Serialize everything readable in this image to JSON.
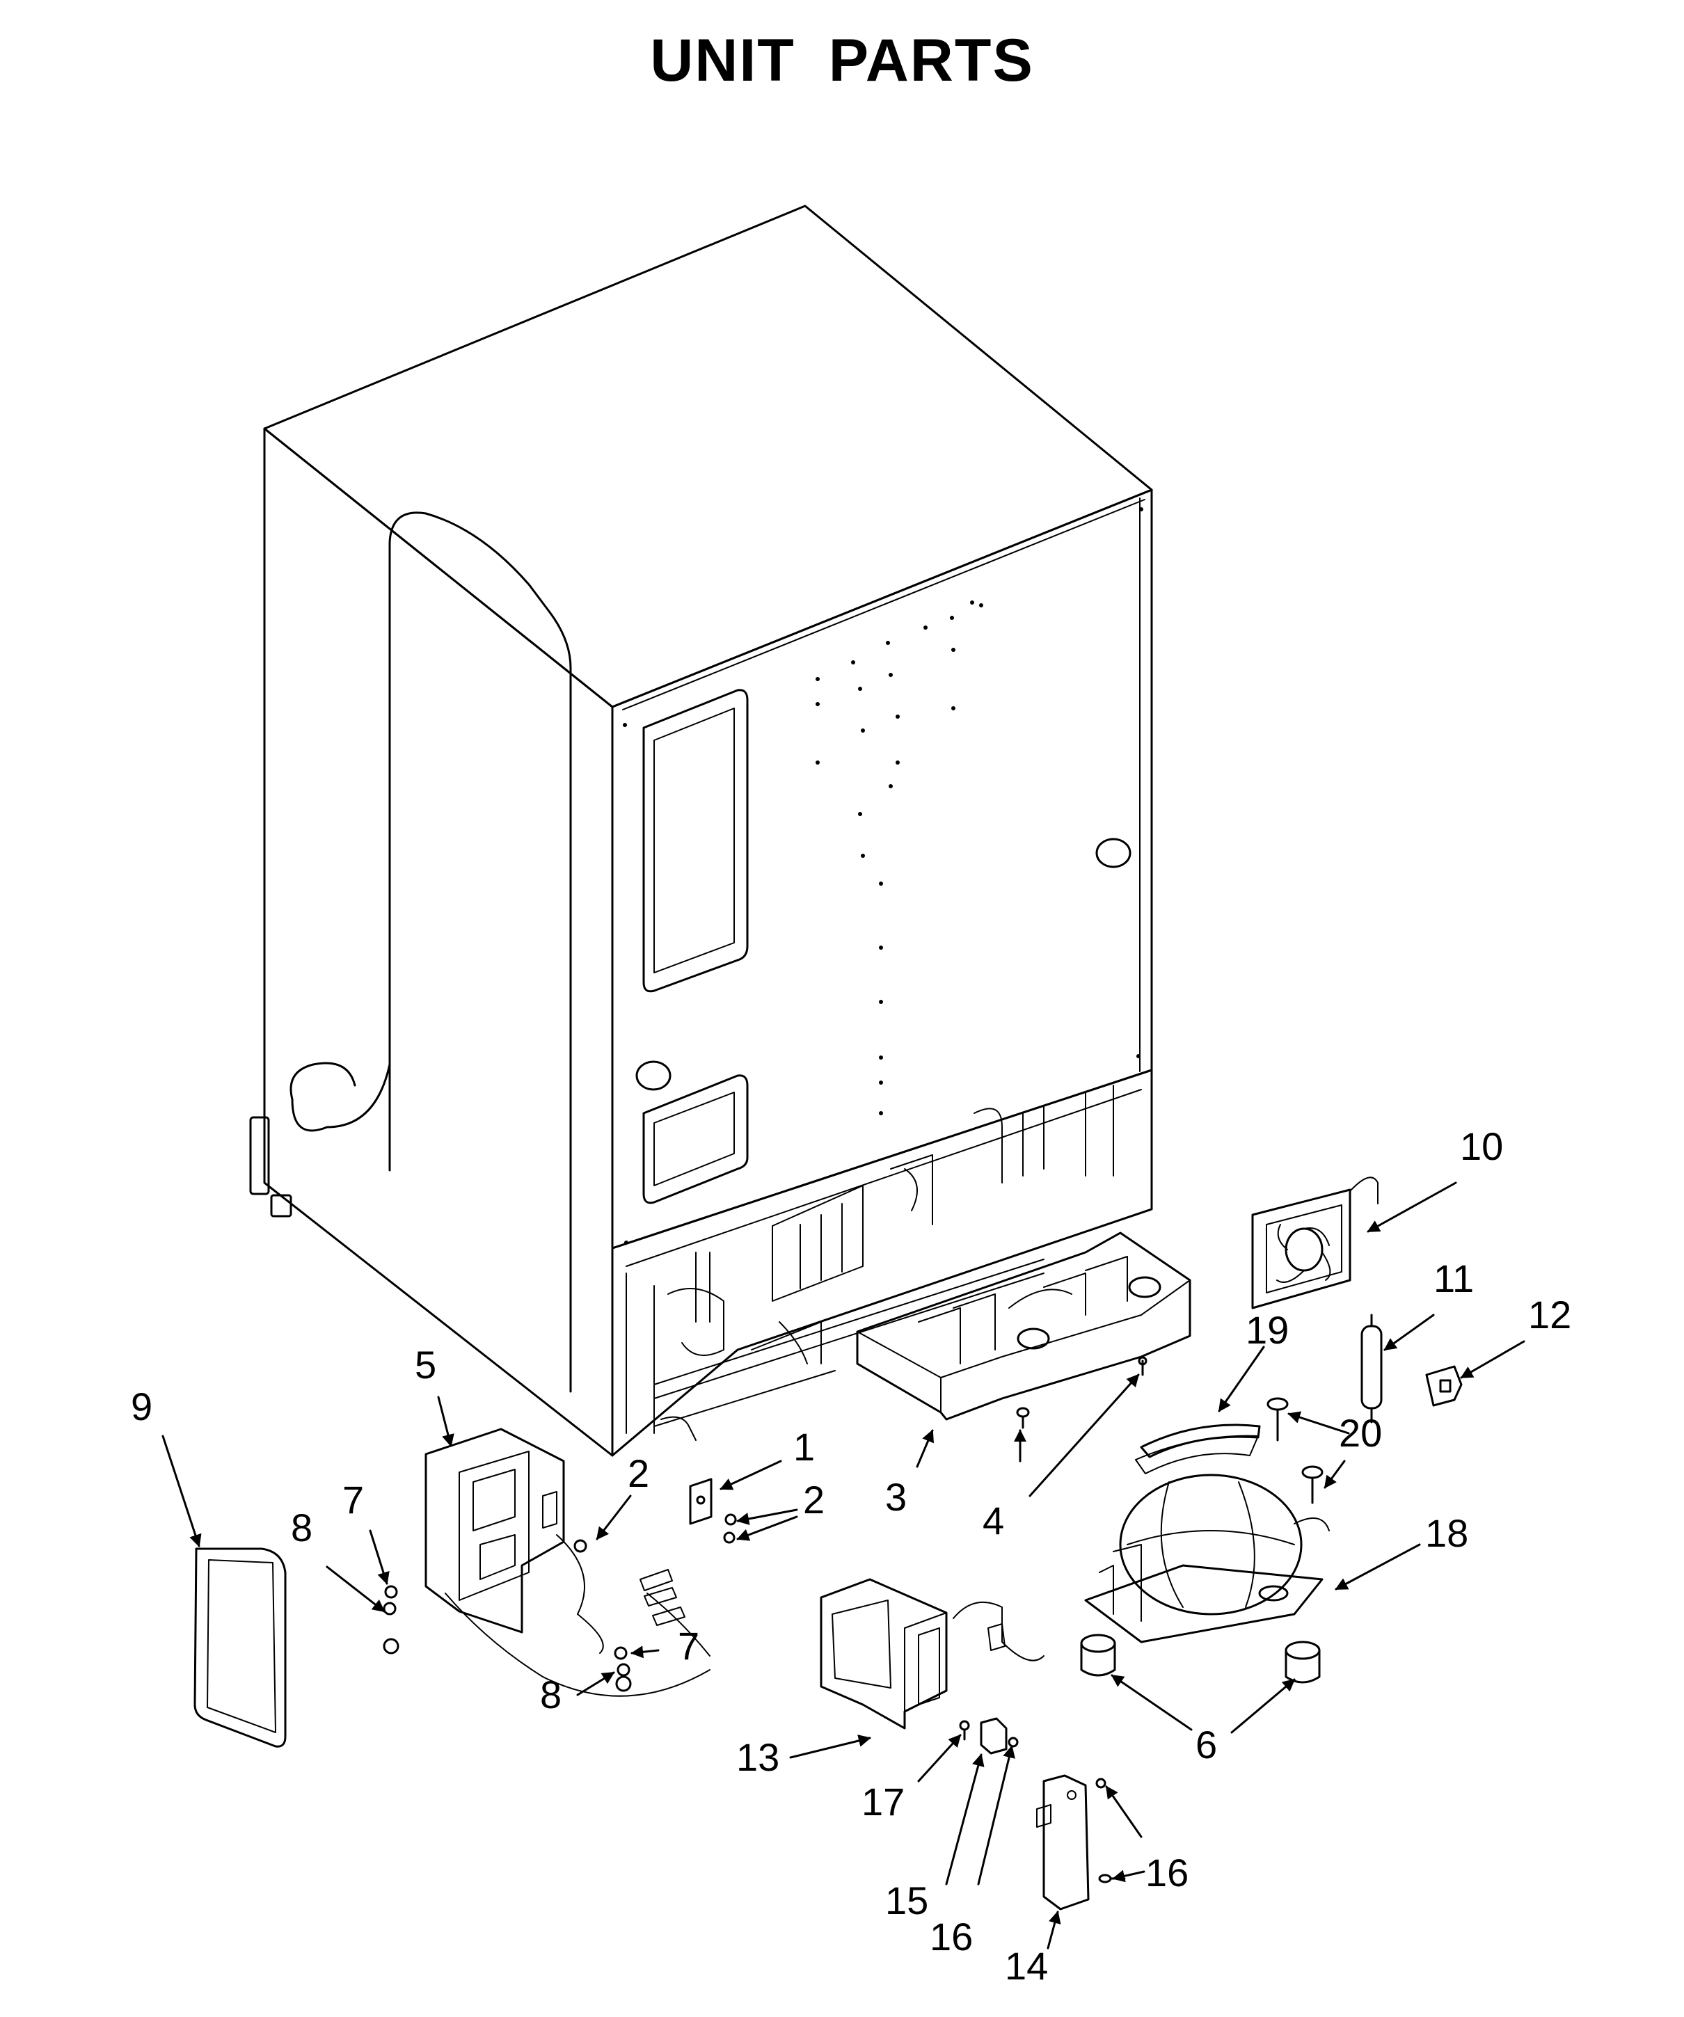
{
  "title": "UNIT PARTS",
  "callouts": [
    "1",
    "2",
    "2",
    "3",
    "4",
    "5",
    "6",
    "7",
    "7",
    "8",
    "8",
    "9",
    "10",
    "11",
    "12",
    "13",
    "14",
    "15",
    "16",
    "16",
    "17",
    "18",
    "19",
    "20"
  ]
}
